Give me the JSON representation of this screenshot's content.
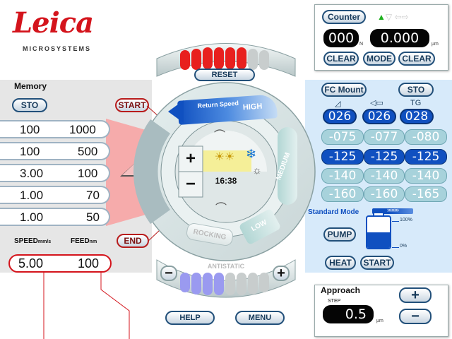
{
  "brand": {
    "name": "Leica",
    "subtitle": "MICROSYSTEMS",
    "color": "#d4141c"
  },
  "counter": {
    "title": "Counter",
    "count_value": "000",
    "count_unit": "N",
    "distance_value": "0.000",
    "distance_unit": "µm",
    "clear_left_label": "CLEAR",
    "mode_label": "MODE",
    "clear_right_label": "CLEAR"
  },
  "memory": {
    "title": "Memory",
    "sto_label": "STO",
    "start_label": "START",
    "end_label": "END",
    "rows": [
      {
        "speed": "100",
        "feed": "1000"
      },
      {
        "speed": "100",
        "feed": "500"
      },
      {
        "speed": "3.00",
        "feed": "100"
      },
      {
        "speed": "1.00",
        "feed": "70"
      },
      {
        "speed": "1.00",
        "feed": "50"
      }
    ],
    "speed_header": "SPEED",
    "speed_unit": "mm/s",
    "feed_header": "FEED",
    "feed_unit": "nm",
    "current_speed": "5.00",
    "current_feed": "100"
  },
  "dial": {
    "reset_label": "RESET",
    "return_speed_label": "Return Speed",
    "high_label": "HIGH",
    "medium_label": "MEDIUM",
    "low_label": "LOW",
    "rocking_label": "ROCKING",
    "antistatic_label": "ANTISTATIC",
    "plus_label": "+",
    "minus_label": "−",
    "time": "16:38",
    "antistatic_minus": "−",
    "antistatic_plus": "+"
  },
  "fc_mount": {
    "title": "FC Mount",
    "sto_label": "STO",
    "header_symbol_3": "TG",
    "current_values": [
      "026",
      "026",
      "028"
    ],
    "rows": [
      [
        "-075",
        "-077",
        "-080"
      ],
      [
        "-125",
        "-125",
        "-125"
      ],
      [
        "-140",
        "-140",
        "-140"
      ],
      [
        "-160",
        "-160",
        "-165"
      ]
    ],
    "selected_row": 1,
    "mode_label": "Standard Mode",
    "level_100": "100%",
    "level_0": "0%",
    "pump_label": "PUMP",
    "heat_label": "HEAT",
    "start_label": "START"
  },
  "approach": {
    "title": "Approach",
    "step_label": "STEP",
    "step_value": "0.5",
    "step_unit": "µm",
    "plus_label": "+",
    "minus_label": "−"
  },
  "footer": {
    "help_label": "HELP",
    "menu_label": "MENU"
  },
  "colors": {
    "accent_blue": "#1050c0",
    "panel_blue": "#d7eafa",
    "indicator_red": "#e8201e",
    "indicator_lavender": "#9a9af0"
  }
}
